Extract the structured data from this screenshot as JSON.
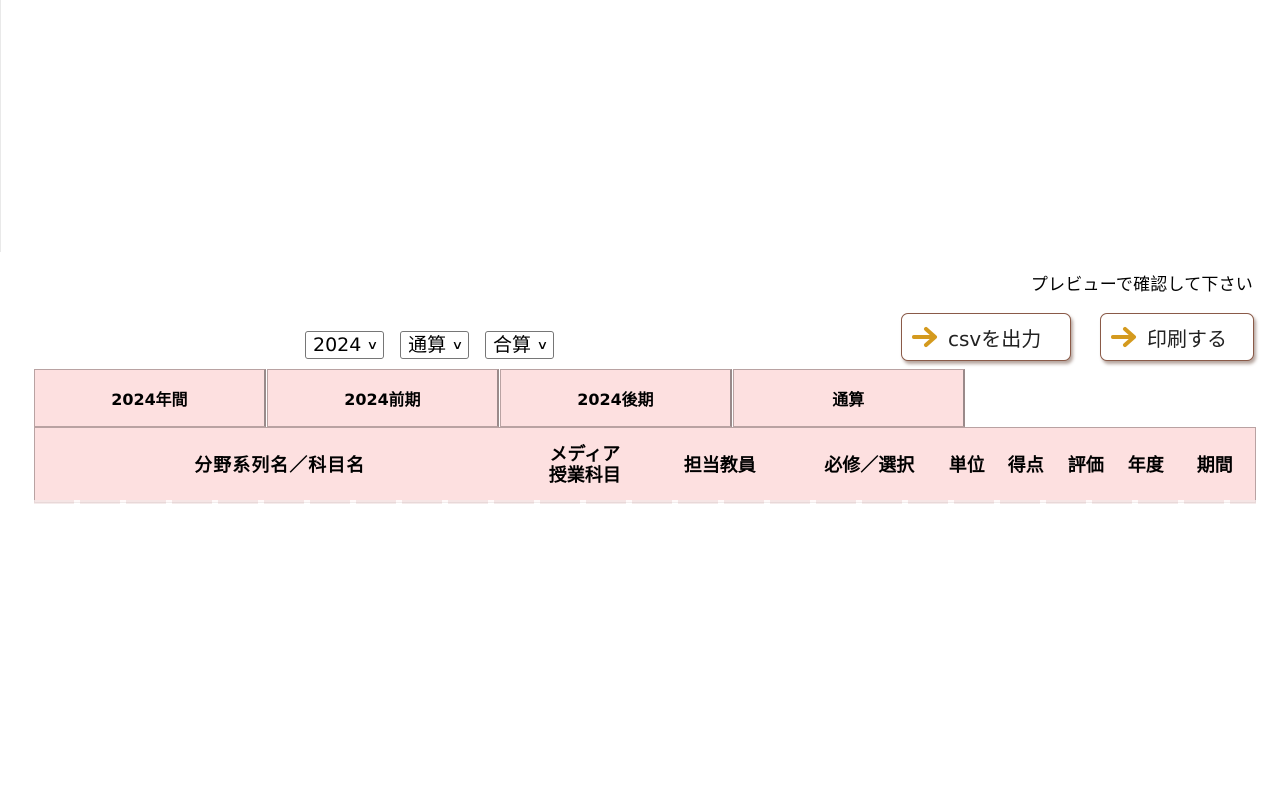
{
  "notice": "プレビューで確認して下さい",
  "selects": [
    {
      "value": "2024"
    },
    {
      "value": "通算"
    },
    {
      "value": "合算"
    }
  ],
  "icons": {
    "chevron": "chevron-down-icon",
    "arrow": "arrow-right-icon"
  },
  "buttons": {
    "csv": "csvを出力",
    "print": "印刷する"
  },
  "tabs": [
    {
      "label": "2024年間"
    },
    {
      "label": "2024前期"
    },
    {
      "label": "2024後期"
    },
    {
      "label": "通算"
    }
  ],
  "columns": {
    "subject": "分野系列名／科目名",
    "media_line1": "メディア",
    "media_line2": "授業科目",
    "teacher": "担当教員",
    "required": "必修／選択",
    "unit": "単位",
    "score": "得点",
    "evaluation": "評価",
    "year": "年度",
    "period": "期間"
  },
  "colors": {
    "tab_bg": "#fde0e0",
    "arrow": "#d49a1e",
    "button_border": "#8a5a48"
  }
}
